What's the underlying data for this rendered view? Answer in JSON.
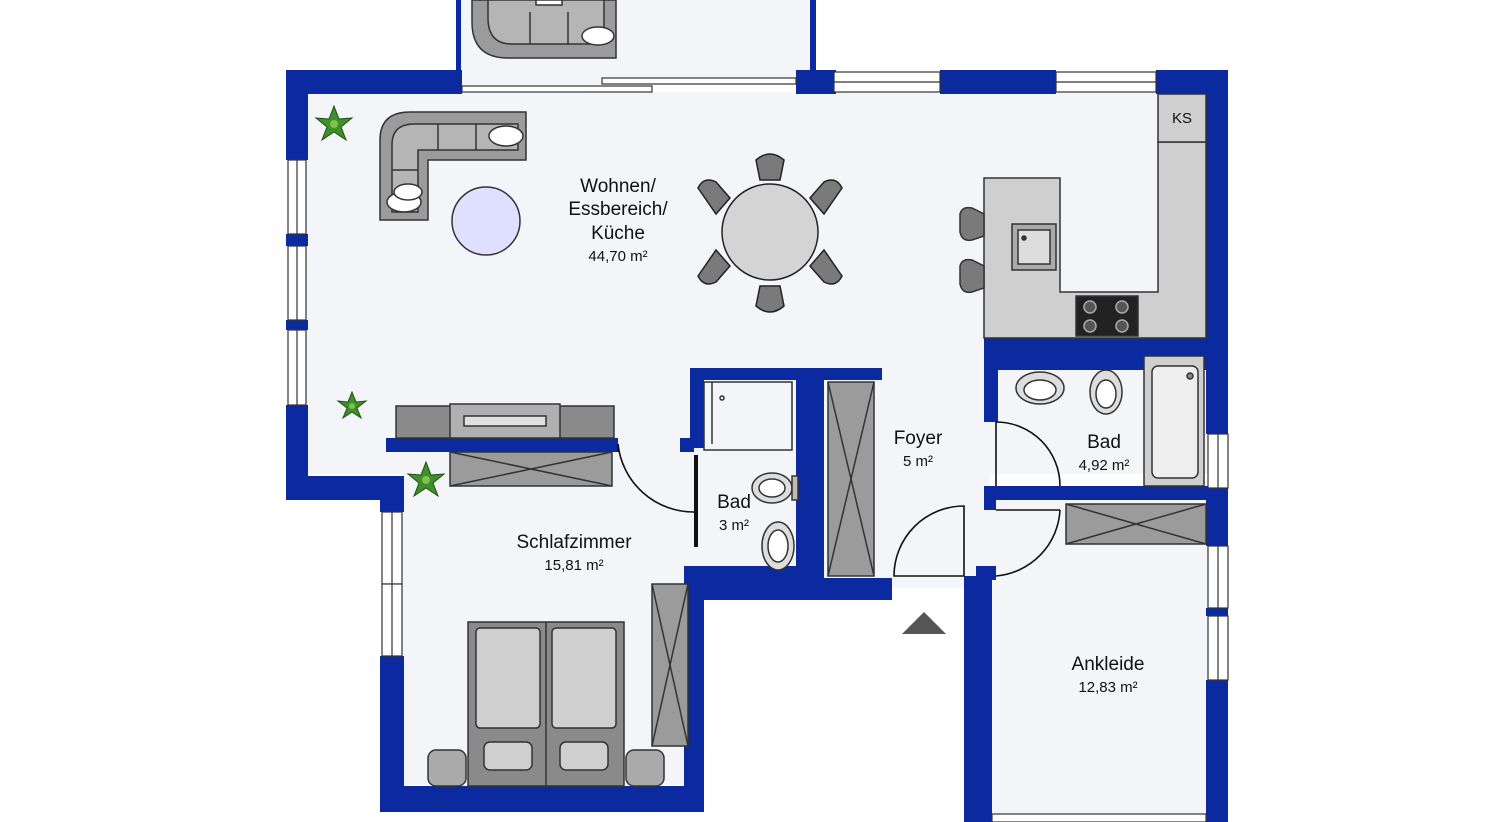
{
  "colors": {
    "wall": "#0c2aa0",
    "floor": "#f4f5f9",
    "furniture": "#9b9b9b",
    "furniture_dark": "#5a5a5a",
    "counter": "#cfcfcf",
    "window": "#ffffff",
    "rug": "#dfe0ff",
    "plant": "#3f8f2a"
  },
  "icons": [
    "plant-icon",
    "entrance-arrow-icon",
    "stove-icon",
    "sink-icon",
    "toilet-icon",
    "bathtub-icon",
    "shower-icon"
  ],
  "rooms": {
    "wohnen": {
      "name_lines": [
        "Wohnen/",
        "Essbereich/",
        "Küche"
      ],
      "area": "44,70 m²"
    },
    "foyer": {
      "name": "Foyer",
      "area": "5 m²"
    },
    "bad_small": {
      "name": "Bad",
      "area": "3 m²"
    },
    "bad_large": {
      "name": "Bad",
      "area": "4,92 m²"
    },
    "schlafzimmer": {
      "name": "Schlafzimmer",
      "area": "15,81 m²"
    },
    "ankleide": {
      "name": "Ankleide",
      "area": "12,83 m²"
    }
  },
  "fridge_label": "KS"
}
